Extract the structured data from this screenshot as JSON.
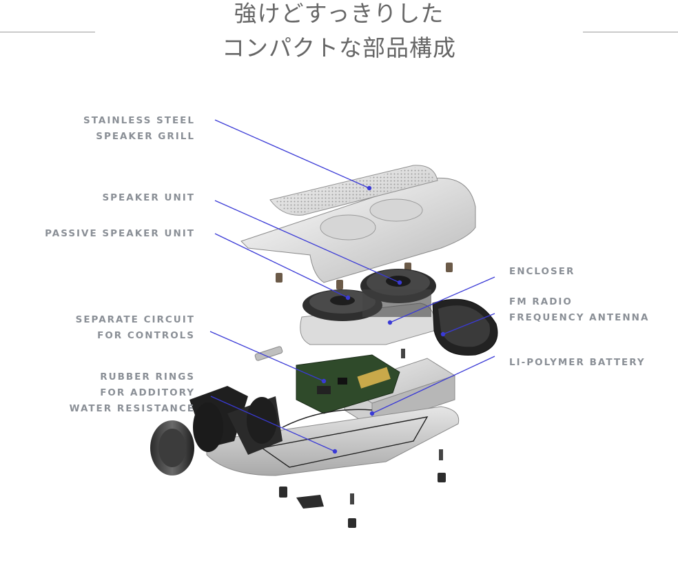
{
  "heading": {
    "line1": "強けどすっきりした",
    "line2": "コンパクトな部品構成"
  },
  "labels": {
    "grill": [
      "STAINLESS STEEL",
      "SPEAKER GRILL"
    ],
    "speaker": [
      "SPEAKER UNIT"
    ],
    "passive": [
      "PASSIVE SPEAKER UNIT"
    ],
    "circuit": [
      "SEPARATE CIRCUIT",
      "FOR CONTROLS"
    ],
    "rubber": [
      "RUBBER RINGS",
      "FOR ADDITORY",
      "WATER RESISTANCE"
    ],
    "encloser": [
      "ENCLOSER"
    ],
    "antenna": [
      "FM RADIO",
      "FREQUENCY ANTENNA"
    ],
    "battery": [
      "LI-POLYMER BATTERY"
    ]
  },
  "colors": {
    "leader": "#3a3ad6",
    "label": "#8a8f96",
    "heading": "#666666"
  }
}
